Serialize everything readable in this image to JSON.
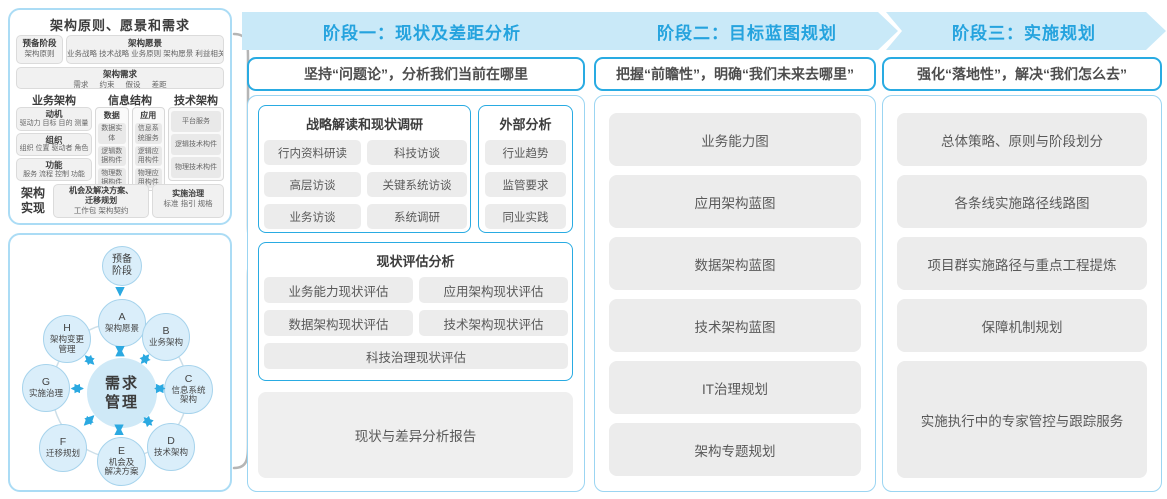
{
  "colors": {
    "accent_blue": "#29abe2",
    "band_bg": "#c9e9f8",
    "band_text": "#25a3de",
    "pill_gray": "#ececec",
    "panel_border_blue": "#abdcf5",
    "circle_fill": "#daeefa",
    "center_circle_fill": "#cfe9f7",
    "dark_text": "#4d4d4d",
    "brace_gray": "#b5b5b5"
  },
  "left_top_panel": {
    "title": "架构原则、愿景和需求",
    "prep_box": {
      "title": "预备阶段",
      "body": "架构原则"
    },
    "vision_box": {
      "title": "架构愿景",
      "body": "业务战略 技术战略 业务原则 架构愿景 利益相关者"
    },
    "req_box": {
      "title": "架构需求",
      "body": "需求 约束 假设 差距"
    },
    "business": {
      "title": "业务架构",
      "boxes": [
        {
          "title": "动机",
          "body": "驱动力 目标 目的 测量"
        },
        {
          "title": "组织",
          "body": "组织 位置 驱动者 角色"
        },
        {
          "title": "功能",
          "body": "服务 流程 控制 功能"
        }
      ]
    },
    "info": {
      "title": "信息结构",
      "data_col": {
        "title": "数据",
        "items": [
          "数据实体",
          "逻辑数据构件",
          "物理数据构件"
        ]
      },
      "app_col": {
        "title": "应用",
        "items": [
          "信息系统服务",
          "逻辑应用构件",
          "物理应用构件"
        ]
      }
    },
    "tech": {
      "title": "技术架构",
      "items": [
        "平台服务",
        "逻辑技术构件",
        "物理技术构件"
      ]
    },
    "realize": {
      "label": "架构\n实现",
      "box1": {
        "title": "机会及解决方案、\n迁移规划",
        "body": "工作包 架构契约"
      },
      "box2": {
        "title": "实施治理",
        "body": "标准 指引 规格"
      }
    }
  },
  "adm": {
    "prep": "预备\n阶段",
    "center": "需求\n管理",
    "nodes": [
      {
        "letter": "A",
        "label": "架构愿景"
      },
      {
        "letter": "B",
        "label": "业务架构"
      },
      {
        "letter": "C",
        "label": "信息系统\n架构"
      },
      {
        "letter": "D",
        "label": "技术架构"
      },
      {
        "letter": "E",
        "label": "机会及\n解决方案"
      },
      {
        "letter": "F",
        "label": "迁移规划"
      },
      {
        "letter": "G",
        "label": "实施治理"
      },
      {
        "letter": "H",
        "label": "架构变更\n管理"
      }
    ]
  },
  "phases": [
    {
      "header": "阶段一：现状及差距分析",
      "subtitle": "坚持“问题论”，分析我们当前在哪里",
      "groups": [
        {
          "title": "战略解读和现状调研",
          "items": [
            "行内资料研读",
            "科技访谈",
            "高层访谈",
            "关键系统访谈",
            "业务访谈",
            "系统调研"
          ]
        },
        {
          "title": "外部分析",
          "items": [
            "行业趋势",
            "监管要求",
            "同业实践"
          ]
        },
        {
          "title": "现状评估分析",
          "items": [
            "业务能力现状评估",
            "应用架构现状评估",
            "数据架构现状评估",
            "技术架构现状评估",
            "科技治理现状评估"
          ]
        }
      ],
      "report": "现状与差异分析报告"
    },
    {
      "header": "阶段二：目标蓝图规划",
      "subtitle": "把握“前瞻性”，明确“我们未来去哪里”",
      "items": [
        "业务能力图",
        "应用架构蓝图",
        "数据架构蓝图",
        "技术架构蓝图",
        "IT治理规划",
        "架构专题规划"
      ]
    },
    {
      "header": "阶段三：实施规划",
      "subtitle": "强化“落地性”，解决“我们怎么去”",
      "items": [
        "总体策略、原则与阶段划分",
        "各条线实施路径线路图",
        "项目群实施路径与重点工程提炼",
        "保障机制规划",
        "实施执行中的专家管控与跟踪服务"
      ]
    }
  ]
}
